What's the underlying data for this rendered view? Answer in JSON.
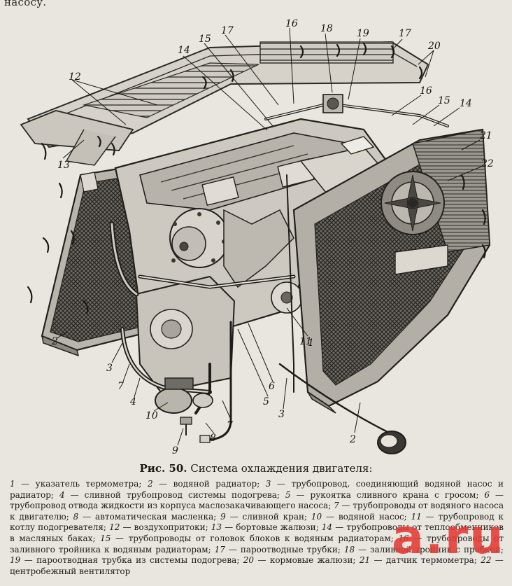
{
  "top_fragment": "насосу.",
  "figure": {
    "callouts": [
      {
        "id": "12",
        "text": "12"
      },
      {
        "id": "13",
        "text": "13"
      },
      {
        "id": "14a",
        "text": "14"
      },
      {
        "id": "15a",
        "text": "15"
      },
      {
        "id": "17a",
        "text": "17"
      },
      {
        "id": "16a",
        "text": "16"
      },
      {
        "id": "18",
        "text": "18"
      },
      {
        "id": "19",
        "text": "19"
      },
      {
        "id": "17b",
        "text": "17"
      },
      {
        "id": "20",
        "text": "20"
      },
      {
        "id": "16b",
        "text": "16"
      },
      {
        "id": "15b",
        "text": "15"
      },
      {
        "id": "14b",
        "text": "14"
      },
      {
        "id": "21",
        "text": "21"
      },
      {
        "id": "22",
        "text": "22"
      },
      {
        "id": "2a",
        "text": "2"
      },
      {
        "id": "1",
        "text": "1"
      },
      {
        "id": "3a",
        "text": "3"
      },
      {
        "id": "7a",
        "text": "7"
      },
      {
        "id": "4",
        "text": "4"
      },
      {
        "id": "11",
        "text": "11"
      },
      {
        "id": "6",
        "text": "6"
      },
      {
        "id": "5",
        "text": "5"
      },
      {
        "id": "3b",
        "text": "3"
      },
      {
        "id": "7b",
        "text": "7"
      },
      {
        "id": "10",
        "text": "10"
      },
      {
        "id": "8",
        "text": "8"
      },
      {
        "id": "9",
        "text": "9"
      },
      {
        "id": "2b",
        "text": "2"
      }
    ]
  },
  "caption": {
    "figure_number": "Рис. 50.",
    "title": "Система охлаждения двигателя:"
  },
  "legend": [
    {
      "n": "1",
      "t": "указатель термометра;"
    },
    {
      "n": "2",
      "t": "водяной радиатор;"
    },
    {
      "n": "3",
      "t": "трубопровод, соединяющий водяной насос и радиатор;"
    },
    {
      "n": "4",
      "t": "сливной трубопровод системы подогрева;"
    },
    {
      "n": "5",
      "t": "рукоятка сливного крана с гросом;"
    },
    {
      "n": "6",
      "t": "трубопровод отвода жидкости из корпуса маслозакачивающего насоса;"
    },
    {
      "n": "7",
      "t": "трубопроводы от водяного насоса к двигателю;"
    },
    {
      "n": "8",
      "t": "автоматическая масленка;"
    },
    {
      "n": "9",
      "t": "сливной кран;"
    },
    {
      "n": "10",
      "t": "водяной насос;"
    },
    {
      "n": "11",
      "t": "трубопровод к котлу подогревателя;"
    },
    {
      "n": "12",
      "t": "воздухопритоки;"
    },
    {
      "n": "13",
      "t": "бортовые жалюзи;"
    },
    {
      "n": "14",
      "t": "трубопроводы от теплообменников в масляных баках;"
    },
    {
      "n": "15",
      "t": "трубопроводы от головок блоков к водяным радиаторам;"
    },
    {
      "n": "16",
      "t": "трубопроводы от заливного тройника к водяным радиаторам;"
    },
    {
      "n": "17",
      "t": "пароотводные трубки;"
    },
    {
      "n": "18",
      "t": "заливной тройник с пробкой;"
    },
    {
      "n": "19",
      "t": "пароотводная трубка из системы подогрева;"
    },
    {
      "n": "20",
      "t": "кормовые жалюзи;"
    },
    {
      "n": "21",
      "t": "датчик термометра;"
    },
    {
      "n": "22",
      "t": "центробежный вентилятор"
    }
  ],
  "watermark": "a.ru",
  "colors": {
    "paper": "#e9e6df",
    "ink": "#1d1b18",
    "watermark": "#e43c35"
  }
}
